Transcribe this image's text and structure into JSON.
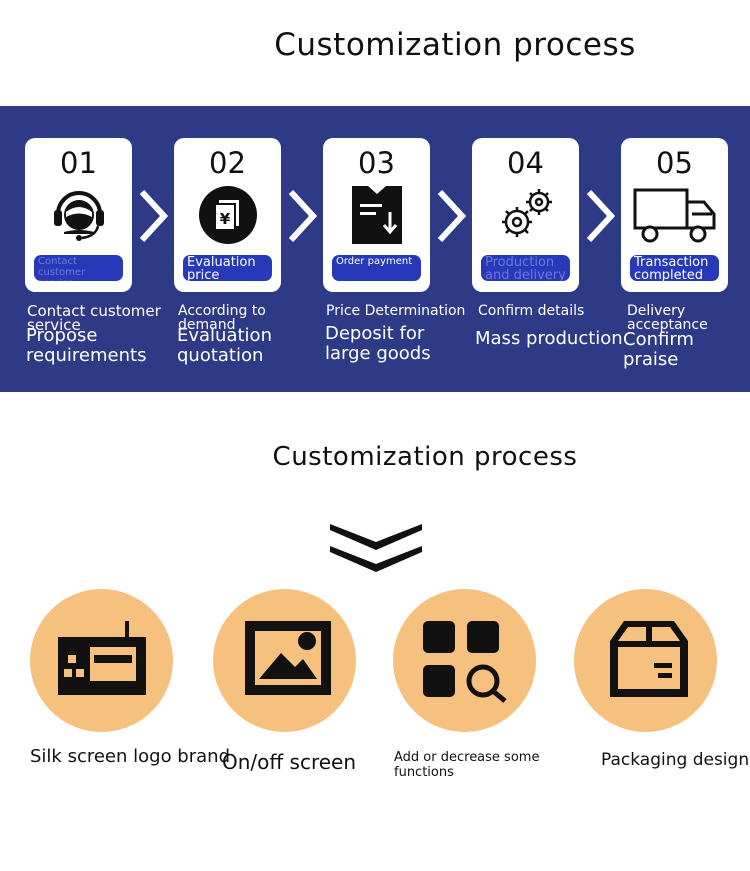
{
  "titles": {
    "top": "Customization process",
    "bottom": "Customization process"
  },
  "steps": [
    {
      "num": "01",
      "pill": "Contact customer service",
      "caption_small": "Contact customer service",
      "caption_big": "Propose requirements",
      "icon": "headset-agent-icon"
    },
    {
      "num": "02",
      "pill": "Evaluation price",
      "caption_small": "According to demand",
      "caption_big": "Evaluation quotation",
      "icon": "yuan-document-icon"
    },
    {
      "num": "03",
      "pill": "Order payment",
      "caption_small": "Price Determination",
      "caption_big": "Deposit for large goods",
      "icon": "download-document-icon"
    },
    {
      "num": "04",
      "pill": "Production and delivery",
      "caption_small": "Confirm details",
      "caption_big": "Mass production",
      "icon": "gears-icon"
    },
    {
      "num": "05",
      "pill": "Transaction completed",
      "caption_small": "Delivery acceptance",
      "caption_big": "Confirm praise",
      "icon": "truck-icon"
    }
  ],
  "options": [
    {
      "label": "Silk screen logo brand",
      "icon": "screen-printer-icon"
    },
    {
      "label": "On/off screen",
      "icon": "image-icon"
    },
    {
      "label": "Add or decrease some functions",
      "icon": "apps-search-icon"
    },
    {
      "label": "Packaging design",
      "icon": "package-box-icon"
    }
  ],
  "colors": {
    "band": "#2e3a86",
    "pill": "#2738b8",
    "circle": "#f6c07f"
  }
}
